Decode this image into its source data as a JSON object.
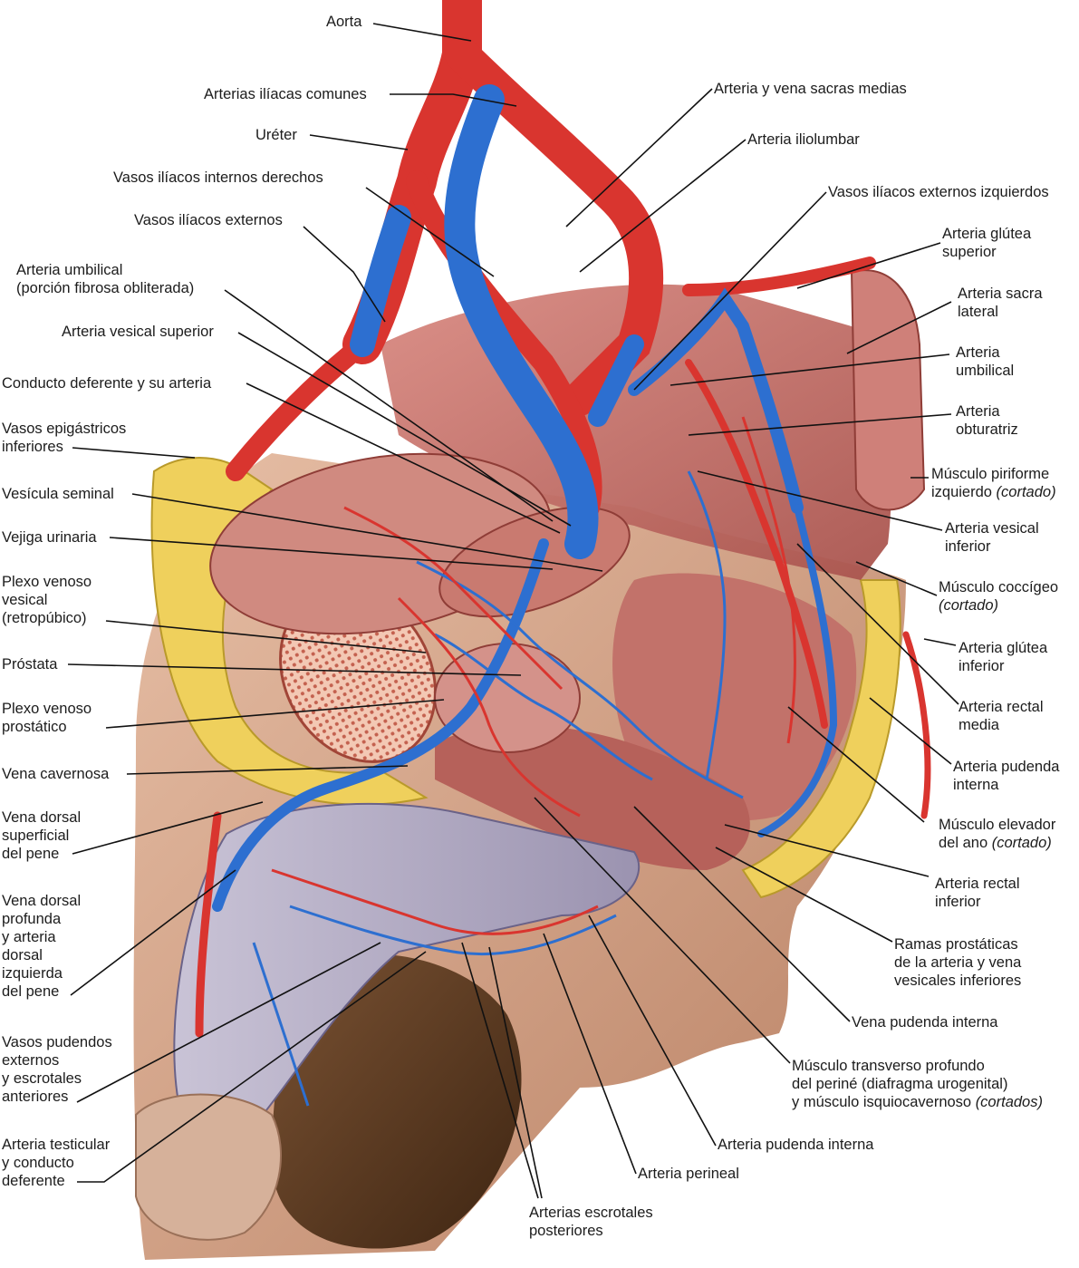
{
  "labels": {
    "aorta": "Aorta",
    "arterias_iliacas_comunes": "Arterias ilíacas comunes",
    "ureter": "Uréter",
    "vasos_iliacos_internos_derechos": "Vasos ilíacos internos derechos",
    "vasos_iliacos_externos": "Vasos ilíacos externos",
    "arteria_umbilical_fibrosa_1": "Arteria umbilical",
    "arteria_umbilical_fibrosa_2": "(porción fibrosa obliterada)",
    "arteria_vesical_superior": "Arteria vesical superior",
    "conducto_deferente_arteria": "Conducto deferente y su arteria",
    "vasos_epigastricos_1": "Vasos epigástricos",
    "vasos_epigastricos_2": "inferiores",
    "vesicula_seminal": "Vesícula seminal",
    "vejiga_urinaria": "Vejiga urinaria",
    "plexo_vesical_1": "Plexo venoso",
    "plexo_vesical_2": "vesical",
    "plexo_vesical_3": "(retropúbico)",
    "prostata": "Próstata",
    "plexo_prostatico_1": "Plexo venoso",
    "plexo_prostatico_2": "prostático",
    "vena_cavernosa": "Vena cavernosa",
    "vena_dorsal_sup_1": "Vena dorsal",
    "vena_dorsal_sup_2": "superficial",
    "vena_dorsal_sup_3": "del pene",
    "vena_dorsal_prof_1": "Vena dorsal",
    "vena_dorsal_prof_2": "profunda",
    "vena_dorsal_prof_3": "y arteria",
    "vena_dorsal_prof_4": "dorsal",
    "vena_dorsal_prof_5": "izquierda",
    "vena_dorsal_prof_6": "del pene",
    "vasos_pudendos_1": "Vasos pudendos",
    "vasos_pudendos_2": "externos",
    "vasos_pudendos_3": "y escrotales",
    "vasos_pudendos_4": "anteriores",
    "arteria_testicular_1": "Arteria testicular",
    "arteria_testicular_2": "y conducto",
    "arteria_testicular_3": "deferente",
    "arteria_vena_sacras": "Arteria y vena sacras medias",
    "arteria_iliolumbar": "Arteria iliolumbar",
    "vasos_iliacos_ext_izq": "Vasos ilíacos externos izquierdos",
    "glutea_sup_1": "Arteria glútea",
    "glutea_sup_2": "superior",
    "sacra_lateral_1": "Arteria sacra",
    "sacra_lateral_2": "lateral",
    "umbilical_1": "Arteria",
    "umbilical_2": "umbilical",
    "obturatriz_1": "Arteria",
    "obturatriz_2": "obturatriz",
    "piriforme_1": "Músculo piriforme",
    "piriforme_2": "izquierdo ",
    "piriforme_2_it": "(cortado)",
    "vesical_inf_1": "Arteria vesical",
    "vesical_inf_2": "inferior",
    "coccigeo_1": "Músculo coccígeo",
    "coccigeo_2": "(cortado)",
    "glutea_inf_1": "Arteria glútea",
    "glutea_inf_2": "inferior",
    "rectal_media_1": "Arteria rectal",
    "rectal_media_2": "media",
    "pudenda_int_1": "Arteria pudenda",
    "pudenda_int_2": "interna",
    "elevador_1": "Músculo elevador",
    "elevador_2": "del ano ",
    "elevador_2_it": "(cortado)",
    "rectal_inf_1": "Arteria rectal",
    "rectal_inf_2": "inferior",
    "ramas_prost_1": "Ramas prostáticas",
    "ramas_prost_2": "de la arteria y vena",
    "ramas_prost_3": "vesicales inferiores",
    "vena_pudenda_int": "Vena pudenda interna",
    "transverso_1": "Músculo transverso profundo",
    "transverso_2": "del periné (diafragma urogenital)",
    "transverso_3": "y músculo isquiocavernoso ",
    "transverso_3_it": "(cortados)",
    "arteria_pudenda_int_bottom": "Arteria pudenda interna",
    "arteria_perineal": "Arteria perineal",
    "escrotales_post_1": "Arterias escrotales",
    "escrotales_post_2": "posteriores"
  },
  "colors": {
    "artery": "#d9352f",
    "vein": "#2d6fd0",
    "muscle": "#c9736c",
    "fat": "#f1d24a",
    "skin": "#d8a98c",
    "scrotum": "#5b3a22",
    "leader": "#111111"
  }
}
